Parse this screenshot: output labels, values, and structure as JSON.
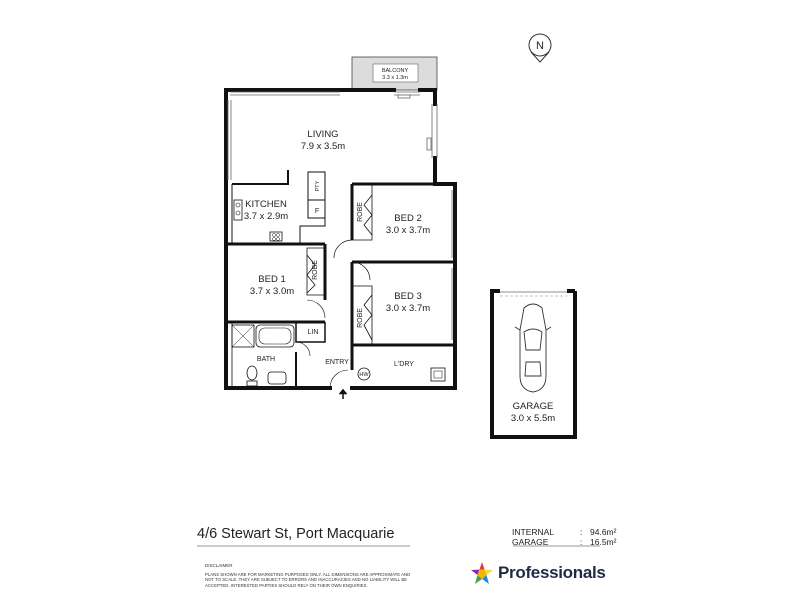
{
  "compass": {
    "letter": "N"
  },
  "rooms": {
    "balcony": {
      "name": "BALCONY",
      "size": "3.3 x 1.3m"
    },
    "living": {
      "name": "LIVING",
      "size": "7.9 x 3.5m"
    },
    "kitchen": {
      "name": "KITCHEN",
      "size": "3.7 x 2.9m"
    },
    "pantry": {
      "name": "PTY"
    },
    "fridge": {
      "name": "F"
    },
    "bed2": {
      "name": "BED 2",
      "size": "3.0 x 3.7m"
    },
    "bed1": {
      "name": "BED 1",
      "size": "3.7 x 3.0m"
    },
    "bed3": {
      "name": "BED 3",
      "size": "3.0 x 3.7m"
    },
    "robe": {
      "name": "ROBE"
    },
    "linen": {
      "name": "LIN"
    },
    "bath": {
      "name": "BATH"
    },
    "entry": {
      "name": "ENTRY"
    },
    "laundry": {
      "name": "L'DRY"
    },
    "hot_water": {
      "name": "HW"
    },
    "garage": {
      "name": "GARAGE",
      "size": "3.0 x 5.5m"
    }
  },
  "address": "4/6 Stewart St, Port Macquarie",
  "areas": {
    "internal_label": "INTERNAL",
    "internal_value": "94.6m²",
    "garage_label": "GARAGE",
    "garage_value": "16.5m²"
  },
  "disclaimer": {
    "heading": "DISCLAIMER",
    "line1": "PLANS SHOWN ARE FOR MARKETING PURPOSES ONLY. ALL DIMENSIONS ARE APPROXIMATE AND",
    "line2": "NOT TO SCALE. THEY ARE SUBJECT TO ERRORS AND INACCURACIES AND NO LIABILITY WILL BE",
    "line3": "ACCEPTED. INTERESTED PARTIES SHOULD RELY ON THEIR OWN ENQUIRIES."
  },
  "brand": {
    "name": "Professionals",
    "star_colors": [
      "#e53935",
      "#fdd835",
      "#1e88e5",
      "#43a047",
      "#8e24aa"
    ]
  }
}
